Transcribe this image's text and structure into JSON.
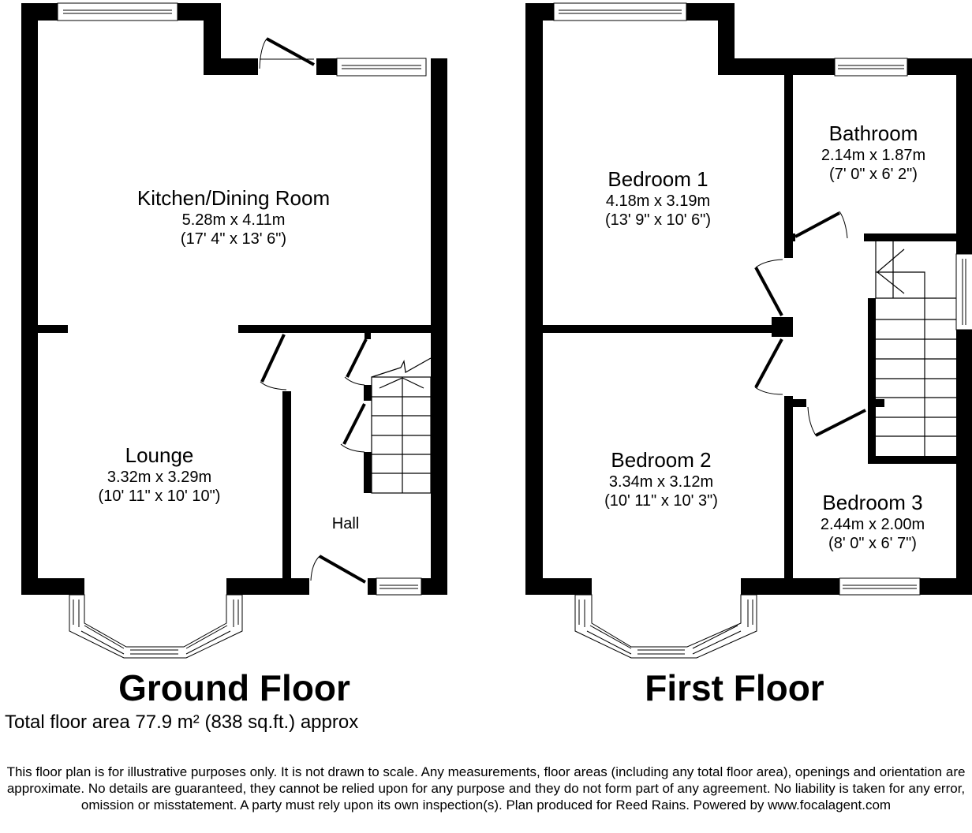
{
  "ground_floor": {
    "title": "Ground Floor",
    "rooms": [
      {
        "name": "Kitchen/Dining Room",
        "metric": "5.28m x 4.11m",
        "imperial": "(17' 4\" x 13' 6\")"
      },
      {
        "name": "Lounge",
        "metric": "3.32m x 3.29m",
        "imperial": "(10' 11\" x 10' 10\")"
      },
      {
        "name": "Hall"
      }
    ]
  },
  "first_floor": {
    "title": "First Floor",
    "rooms": [
      {
        "name": "Bedroom 1",
        "metric": "4.18m x 3.19m",
        "imperial": "(13' 9\" x 10' 6\")"
      },
      {
        "name": "Bathroom",
        "metric": "2.14m x 1.87m",
        "imperial": "(7' 0\" x 6' 2\")"
      },
      {
        "name": "Bedroom 2",
        "metric": "3.34m x 3.12m",
        "imperial": "(10' 11\" x 10' 3\")"
      },
      {
        "name": "Bedroom 3",
        "metric": "2.44m x 2.00m",
        "imperial": "(8' 0\" x 6' 7\")"
      }
    ]
  },
  "total_area": "Total floor area 77.9 m² (838 sq.ft.) approx",
  "disclaimer": "This floor plan is for illustrative purposes only. It is not drawn to scale. Any measurements, floor areas (including any total floor area), openings and orientation are approximate. No details are guaranteed, they cannot be relied upon for any purpose and they do not form part of any agreement. No liability is taken for any error, omission or misstatement. A party must rely upon its own inspection(s). Plan produced for Reed Rains. Powered by www.focalagent.com"
}
